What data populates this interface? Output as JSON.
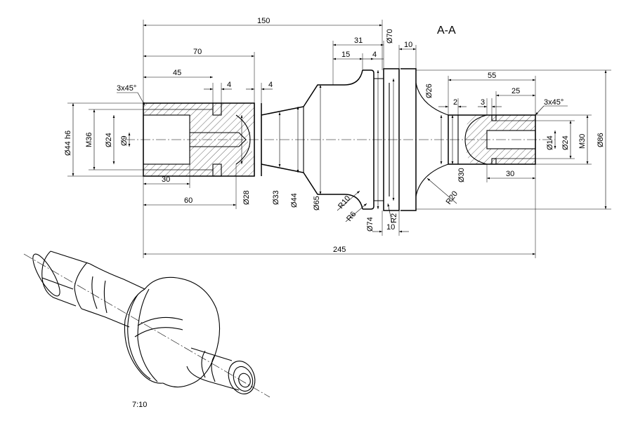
{
  "section_label": "A-A",
  "scale_label": "7:10",
  "linear_dims": {
    "d150": "150",
    "d70": "70",
    "d45": "45",
    "d4a": "4",
    "d4b": "4",
    "d31": "31",
    "d15": "15",
    "d4c": "4",
    "d10a": "10",
    "d55": "55",
    "d25": "25",
    "d2": "2",
    "d3": "3",
    "d30a": "30",
    "d30b": "30",
    "d60": "60",
    "d10b": "10",
    "d245": "245"
  },
  "chamfers": {
    "left": "3x45°",
    "right": "3x45°"
  },
  "diameter_dims": {
    "d44h6": "Ø44 h6",
    "m36": "M36",
    "d24a": "Ø24",
    "d9": "Ø9",
    "d28": "Ø28",
    "d33": "Ø33",
    "d44": "Ø44",
    "d65": "Ø65",
    "d74": "Ø74",
    "d70": "Ø70",
    "d26": "Ø26",
    "d30": "Ø30",
    "d14": "Ø14",
    "d24b": "Ø24",
    "m30": "M30",
    "d86": "Ø86"
  },
  "radius_dims": {
    "r10": "R10",
    "r6": "R6",
    "r2": "R2",
    "r20": "R20"
  }
}
